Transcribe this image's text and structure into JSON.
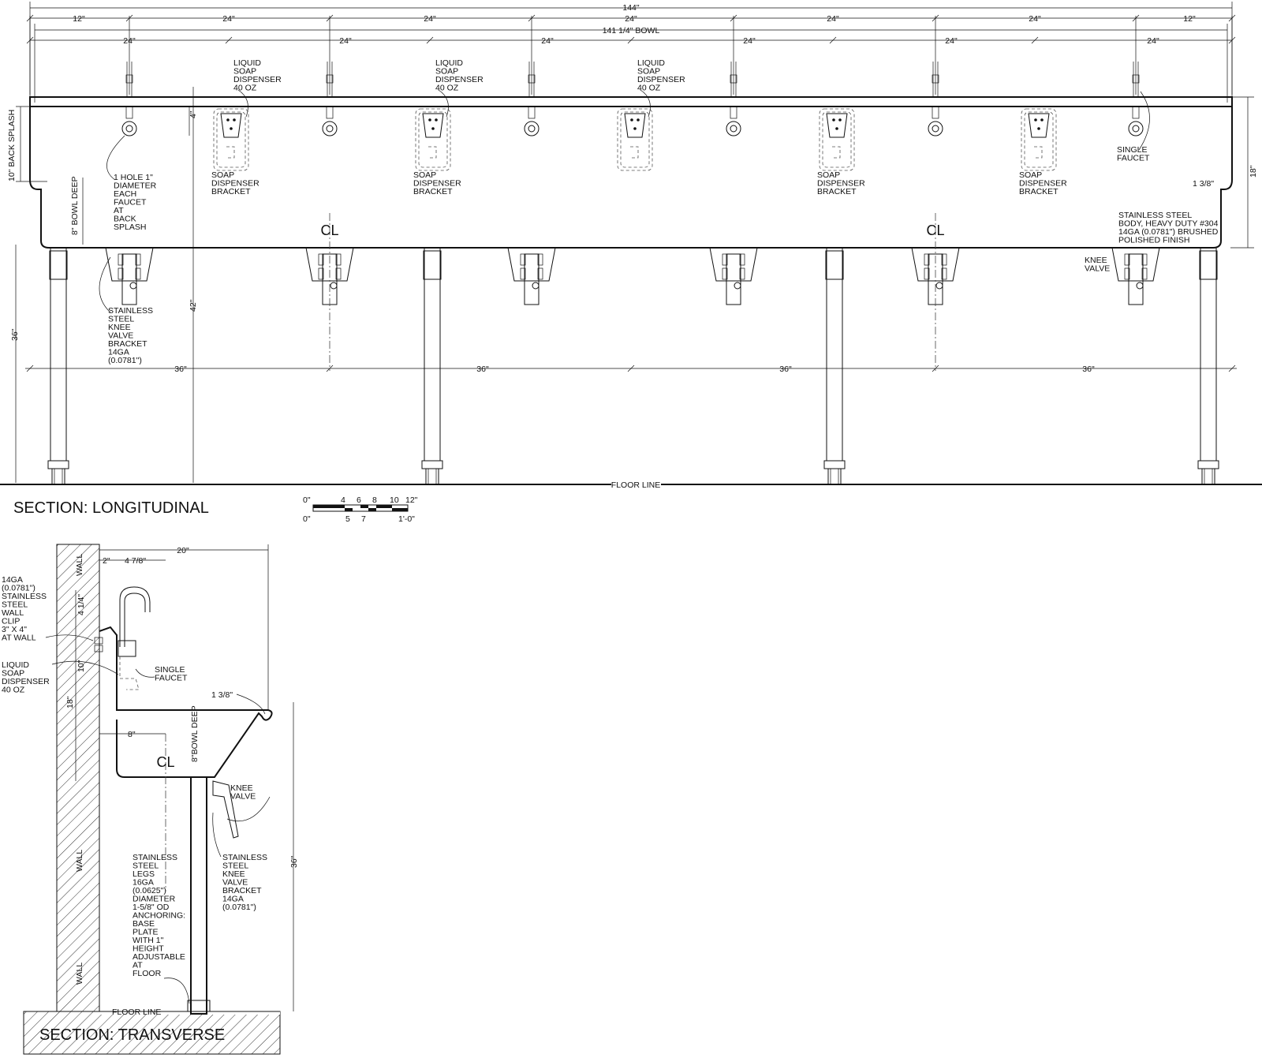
{
  "titles": {
    "longitudinal": "SECTION: LONGITUDINAL",
    "transverse": "SECTION: TRANSVERSE"
  },
  "dims": {
    "overall": "144\"",
    "end12": "12\"",
    "spacing24": "24\"",
    "bowl": "141 1/4\" BOWL",
    "leg36": "36\"",
    "height42": "42\"",
    "height36": "36\"",
    "splash10": "10\" BACK SPLASH",
    "bowl8": "8\" BOWL DEEP",
    "four": "4\"",
    "eighteen": "18\"",
    "rim": "1 3/8\"",
    "t20": "20\"",
    "t2": "2\"",
    "t478": "4 7/8\"",
    "t414": "4 1/4\"",
    "t10": "10\"",
    "t18": "18\"",
    "t8": "8\"",
    "t8bowl": "8\"BOWL DEEP",
    "t138": "1 3/8\"",
    "t36": "36\""
  },
  "labels": {
    "soap_dispenser": "LIQUID SOAP DISPENSER 40 OZ",
    "soap_bracket": "SOAP DISPENSER BRACKET",
    "one_hole": "1 HOLE 1\" DIAMETER EACH FAUCET AT BACK SPLASH",
    "single_faucet": "SINGLE FAUCET",
    "body": "STAINLESS STEEL BODY, HEAVY DUTY #304 14GA (0.0781\") BRUSHED POLISHED FINISH",
    "knee_valve": "KNEE VALVE",
    "knee_bracket": "STAINLESS STEEL KNEE VALVE BRACKET 14GA (0.0781\")",
    "floor_line": "FLOOR LINE",
    "wall_clip": "14GA (0.0781\") STAINLESS STEEL WALL CLIP 3\" X 4\" AT WALL",
    "legs": "STAINLESS STEEL LEGS 16GA (0.0625\") DIAMETER 1-5/8\" OD ANCHORING: BASE PLATE WITH 1\" HEIGHT ADJUSTABLE AT FLOOR",
    "wall": "WALL",
    "centerline": "CL"
  },
  "scale": {
    "top": [
      "0\"",
      "4",
      "6",
      "8",
      "10",
      "12\""
    ],
    "bottom": [
      "0\"",
      "5",
      "7",
      "1'-0\""
    ]
  }
}
